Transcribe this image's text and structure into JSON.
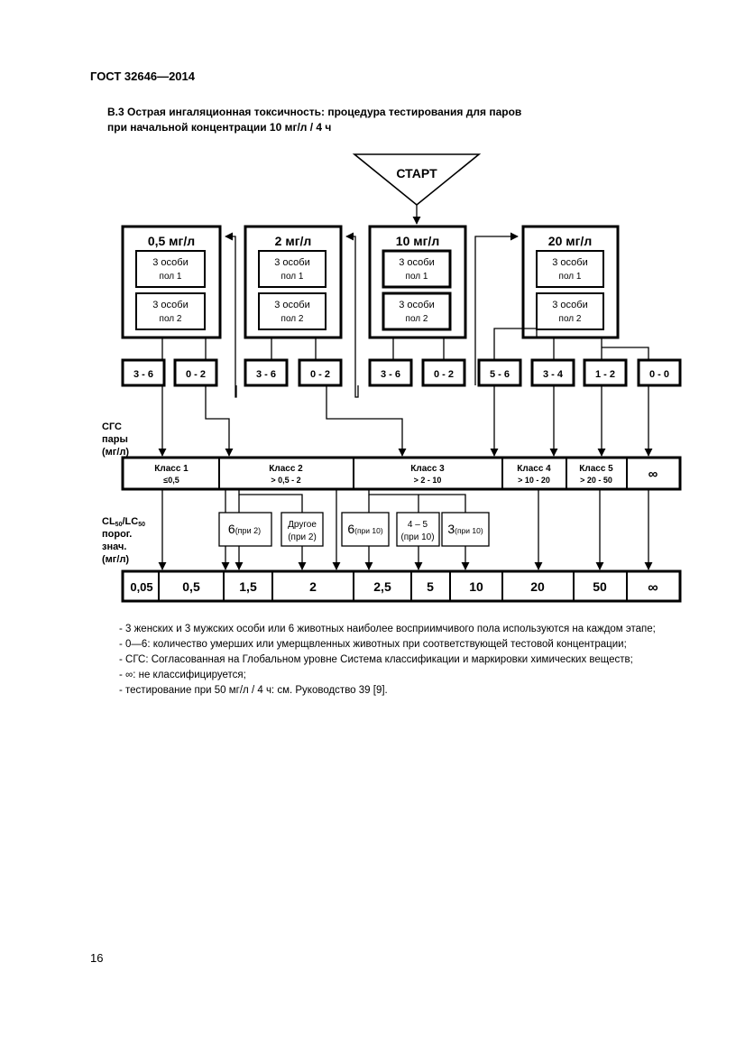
{
  "document": {
    "header": "ГОСТ 32646—2014",
    "title_line1": "B.3 Острая ингаляционная токсичность: процедура тестирования для паров",
    "title_line2": "при начальной концентрации 10 мг/л / 4 ч",
    "page_number": "16"
  },
  "flowchart": {
    "start": "СТАРТ",
    "groups": [
      {
        "label": "0,5 мг/л",
        "box1_line1": "3 особи",
        "box1_line2": "пол 1",
        "box2_line1": "3 особи",
        "box2_line2": "пол 2"
      },
      {
        "label": "2 мг/л",
        "box1_line1": "3 особи",
        "box1_line2": "пол 1",
        "box2_line1": "3 особи",
        "box2_line2": "пол 2"
      },
      {
        "label": "10 мг/л",
        "box1_line1": "3 особи",
        "box1_line2": "пол 1",
        "box2_line1": "3 особи",
        "box2_line2": "пол 2"
      },
      {
        "label": "20 мг/л",
        "box1_line1": "3 особи",
        "box1_line2": "пол 1",
        "box2_line1": "3 особи",
        "box2_line2": "пол 2"
      }
    ],
    "outcomes": [
      "3 - 6",
      "0 - 2",
      "3 - 6",
      "0 - 2",
      "3 - 6",
      "0 - 2",
      "5 - 6",
      "3 - 4",
      "1 - 2",
      "0 - 0"
    ],
    "ghs_label": [
      "СГС",
      "пары",
      "(мг/л)"
    ],
    "classes": [
      {
        "name": "Класс 1",
        "range": "≤0,5"
      },
      {
        "name": "Класс 2",
        "range": "> 0,5 - 2"
      },
      {
        "name": "Класс 3",
        "range": "> 2 - 10"
      },
      {
        "name": "Класс 4",
        "range": "> 10 - 20"
      },
      {
        "name": "Класс 5",
        "range": "> 20 - 50"
      },
      {
        "name": "∞",
        "range": ""
      }
    ],
    "sub_boxes": [
      {
        "main": "6",
        "note": "(при 2)"
      },
      {
        "line1": "Другое",
        "line2": "(при 2)"
      },
      {
        "main": "6",
        "note": "(при 10)"
      },
      {
        "line1": "4 – 5",
        "line2": "(при 10)"
      },
      {
        "main": "3",
        "note": "(при 10)"
      }
    ],
    "cl_label": {
      "cl": "CL",
      "sub1": "50",
      "sep": "/LC",
      "sub2": "50",
      "line2": "порог.",
      "line3": "знач.",
      "line4": "(мг/л)"
    },
    "thresholds": [
      "0,05",
      "0,5",
      "1,5",
      "2",
      "2,5",
      "5",
      "10",
      "20",
      "50",
      "∞"
    ]
  },
  "notes": [
    "- 3 женских и 3 мужских особи или 6 животных наиболее восприимчивого пола используются на каждом этапе;",
    "- 0—6: количество умерших или умерщвленных животных при соответствующей тестовой концентрации;",
    "- СГС: Согласованная на Глобальном уровне Система классификации и маркировки химических веществ;",
    "- ∞: не классифицируется;",
    "- тестирование при 50 мг/л / 4 ч: см. Руководство 39 [9]."
  ]
}
